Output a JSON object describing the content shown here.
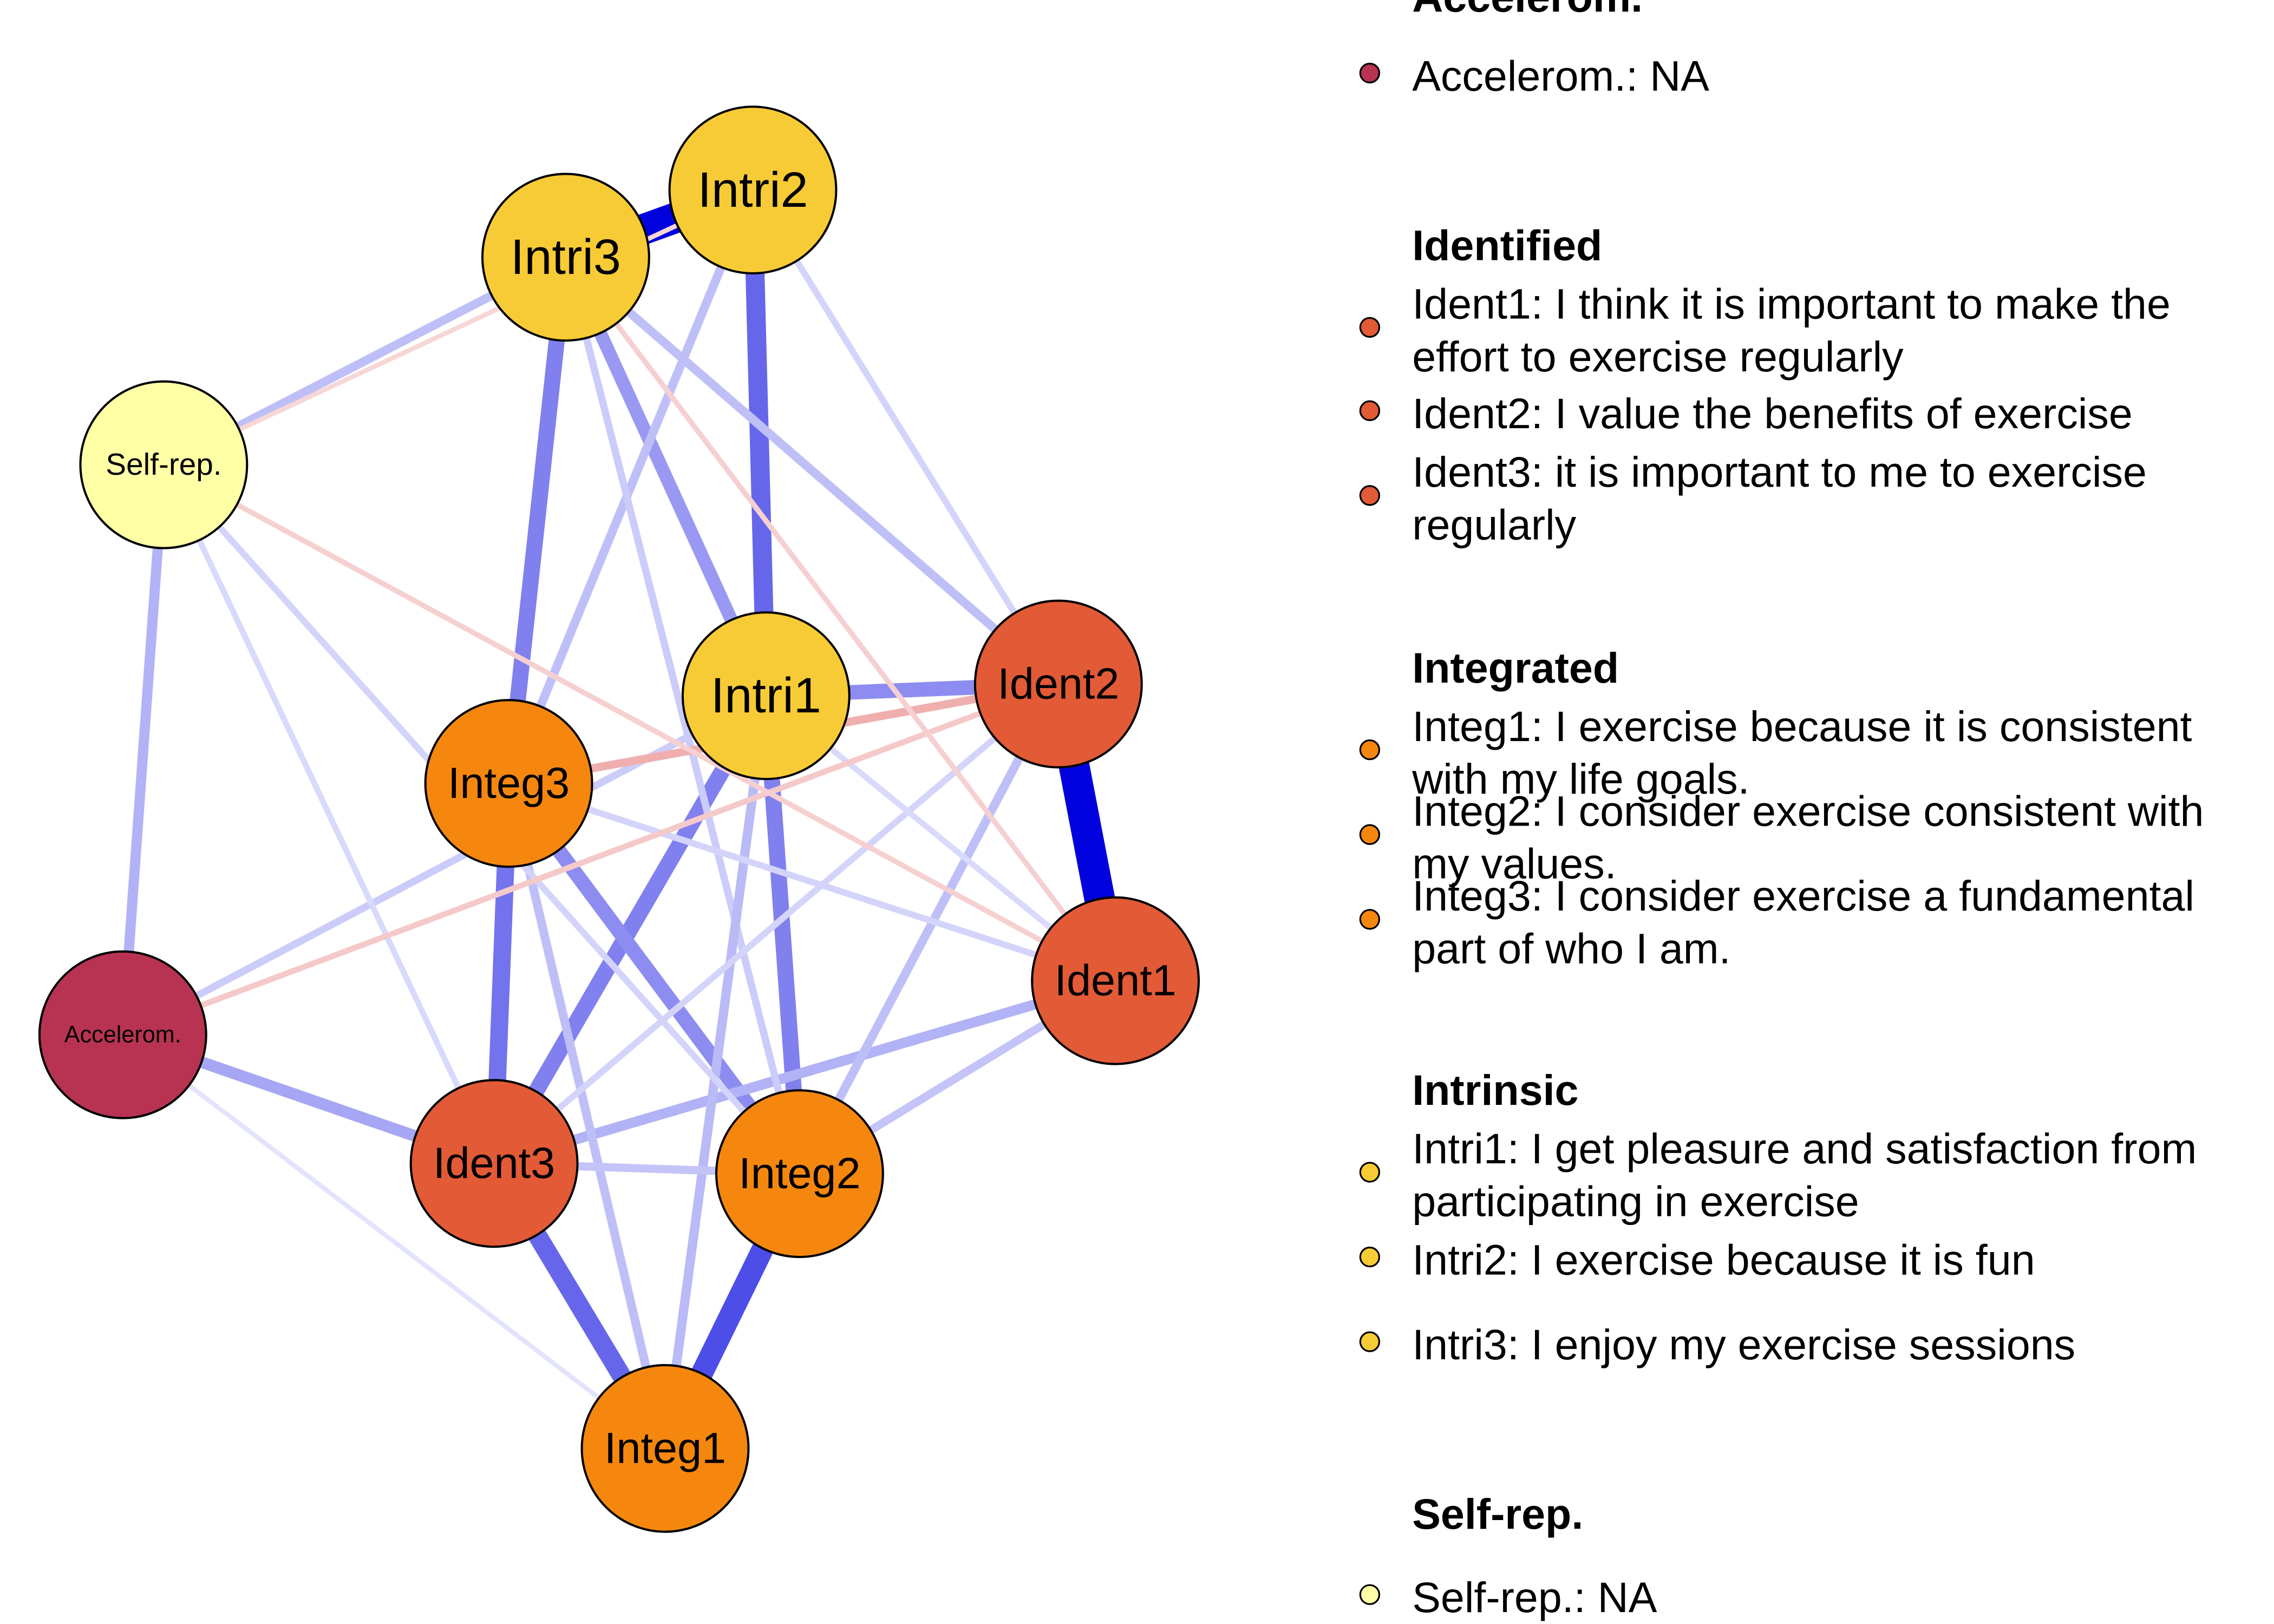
{
  "diagram": {
    "groups": [
      {
        "id": "Accelerom.",
        "title": "Accelerom.",
        "color": "#B83352"
      },
      {
        "id": "Identified",
        "title": "Identified",
        "color": "#E25A36"
      },
      {
        "id": "Integrated",
        "title": "Integrated",
        "color": "#F5870F"
      },
      {
        "id": "Intrinsic",
        "title": "Intrinsic",
        "color": "#F7CB35"
      },
      {
        "id": "Self-rep.",
        "title": "Self-rep.",
        "color": "#FFFFA6"
      }
    ],
    "nodes": [
      {
        "id": "Intri2",
        "label": "Intri2",
        "group": "Intrinsic"
      },
      {
        "id": "Intri3",
        "label": "Intri3",
        "group": "Intrinsic"
      },
      {
        "id": "Self-rep.",
        "label": "Self-rep.",
        "group": "Self-rep."
      },
      {
        "id": "Intri1",
        "label": "Intri1",
        "group": "Intrinsic"
      },
      {
        "id": "Ident2",
        "label": "Ident2",
        "group": "Identified"
      },
      {
        "id": "Integ3",
        "label": "Integ3",
        "group": "Integrated"
      },
      {
        "id": "Ident1",
        "label": "Ident1",
        "group": "Identified"
      },
      {
        "id": "Accelerom.",
        "label": "Accelerom.",
        "group": "Accelerom."
      },
      {
        "id": "Ident3",
        "label": "Ident3",
        "group": "Identified"
      },
      {
        "id": "Integ2",
        "label": "Integ2",
        "group": "Integrated"
      },
      {
        "id": "Integ1",
        "label": "Integ1",
        "group": "Integrated"
      }
    ],
    "edges": [
      {
        "from": "Intri2",
        "to": "Intri3",
        "weight": 0.95,
        "sign": "positive"
      },
      {
        "from": "Ident2",
        "to": "Ident1",
        "weight": 0.95,
        "sign": "positive"
      },
      {
        "from": "Intri2",
        "to": "Intri1",
        "weight": 0.55,
        "sign": "positive"
      },
      {
        "from": "Integ1",
        "to": "Integ2",
        "weight": 0.65,
        "sign": "positive"
      },
      {
        "from": "Integ1",
        "to": "Ident3",
        "weight": 0.55,
        "sign": "positive"
      },
      {
        "from": "Ident3",
        "to": "Integ3",
        "weight": 0.5,
        "sign": "positive"
      },
      {
        "from": "Ident3",
        "to": "Intri1",
        "weight": 0.45,
        "sign": "positive"
      },
      {
        "from": "Intri1",
        "to": "Integ2",
        "weight": 0.45,
        "sign": "positive"
      },
      {
        "from": "Intri3",
        "to": "Integ3",
        "weight": 0.45,
        "sign": "positive"
      },
      {
        "from": "Intri3",
        "to": "Intri1",
        "weight": 0.35,
        "sign": "positive"
      },
      {
        "from": "Intri1",
        "to": "Ident2",
        "weight": 0.4,
        "sign": "positive"
      },
      {
        "from": "Integ3",
        "to": "Integ2",
        "weight": 0.4,
        "sign": "positive"
      },
      {
        "from": "Ident3",
        "to": "Ident1",
        "weight": 0.25,
        "sign": "positive"
      },
      {
        "from": "Integ2",
        "to": "Ident2",
        "weight": 0.2,
        "sign": "positive"
      },
      {
        "from": "Accelerom.",
        "to": "Ident3",
        "weight": 0.3,
        "sign": "positive"
      },
      {
        "from": "Self-rep.",
        "to": "Accelerom.",
        "weight": 0.25,
        "sign": "positive"
      },
      {
        "from": "Self-rep.",
        "to": "Intri3",
        "weight": 0.2,
        "sign": "positive"
      },
      {
        "from": "Intri3",
        "to": "Ident2",
        "weight": 0.2,
        "sign": "positive"
      },
      {
        "from": "Intri2",
        "to": "Integ3",
        "weight": 0.2,
        "sign": "positive"
      },
      {
        "from": "Intri2",
        "to": "Ident2",
        "weight": 0.12,
        "sign": "positive"
      },
      {
        "from": "Intri3",
        "to": "Integ2",
        "weight": 0.15,
        "sign": "positive"
      },
      {
        "from": "Integ1",
        "to": "Intri1",
        "weight": 0.22,
        "sign": "positive"
      },
      {
        "from": "Integ1",
        "to": "Integ3",
        "weight": 0.2,
        "sign": "positive"
      },
      {
        "from": "Integ2",
        "to": "Ident1",
        "weight": 0.18,
        "sign": "positive"
      },
      {
        "from": "Ident3",
        "to": "Integ2",
        "weight": 0.18,
        "sign": "positive"
      },
      {
        "from": "Ident3",
        "to": "Ident2",
        "weight": 0.12,
        "sign": "positive"
      },
      {
        "from": "Accelerom.",
        "to": "Intri1",
        "weight": 0.15,
        "sign": "positive"
      },
      {
        "from": "Integ3",
        "to": "Ident1",
        "weight": 0.12,
        "sign": "positive"
      },
      {
        "from": "Self-rep.",
        "to": "Integ2",
        "weight": 0.12,
        "sign": "positive"
      },
      {
        "from": "Self-rep.",
        "to": "Ident3",
        "weight": 0.1,
        "sign": "positive"
      },
      {
        "from": "Intri1",
        "to": "Ident1",
        "weight": 0.1,
        "sign": "positive"
      },
      {
        "from": "Integ3",
        "to": "Ident2",
        "weight": 0.18,
        "sign": "negative"
      },
      {
        "from": "Accelerom.",
        "to": "Ident2",
        "weight": 0.1,
        "sign": "negative"
      },
      {
        "from": "Self-rep.",
        "to": "Ident1",
        "weight": 0.08,
        "sign": "negative"
      },
      {
        "from": "Intri3",
        "to": "Ident1",
        "weight": 0.08,
        "sign": "negative"
      },
      {
        "from": "Self-rep.",
        "to": "Intri2",
        "weight": 0.06,
        "sign": "negative"
      },
      {
        "from": "Accelerom.",
        "to": "Integ1",
        "weight": 0.06,
        "sign": "positive"
      }
    ]
  },
  "legend": {
    "sections": [
      {
        "title": "Accelerom.",
        "color": "#B83352",
        "items": [
          {
            "lines": [
              "Accelerom.: NA"
            ]
          }
        ]
      },
      {
        "title": "Identified",
        "color": "#E25A36",
        "items": [
          {
            "lines": [
              "Ident1:  I think it is important to make the",
              "effort to exercise regularly"
            ]
          },
          {
            "lines": [
              "Ident2:  I value the benefits of exercise"
            ]
          },
          {
            "lines": [
              "Ident3:  it is important to me to exercise",
              "regularly"
            ]
          }
        ]
      },
      {
        "title": "Integrated",
        "color": "#F5870F",
        "items": [
          {
            "lines": [
              "Integ1:  I exercise because it is consistent",
              "with my life goals."
            ]
          },
          {
            "lines": [
              "Integ2:  I consider exercise consistent with",
              "my values."
            ]
          },
          {
            "lines": [
              "Integ3:  I consider exercise a fundamental",
              "part of who I am."
            ]
          }
        ]
      },
      {
        "title": "Intrinsic",
        "color": "#F7CB35",
        "items": [
          {
            "lines": [
              "Intri1:  I get pleasure and satisfaction from",
              "participating in exercise"
            ]
          },
          {
            "lines": [
              "Intri2:  I exercise because it is fun"
            ]
          },
          {
            "lines": [
              "Intri3:  I enjoy my exercise sessions"
            ]
          }
        ]
      },
      {
        "title": "Self-rep.",
        "color": "#FFFFA6",
        "items": [
          {
            "lines": [
              "Self-rep.: NA"
            ]
          }
        ]
      }
    ]
  }
}
